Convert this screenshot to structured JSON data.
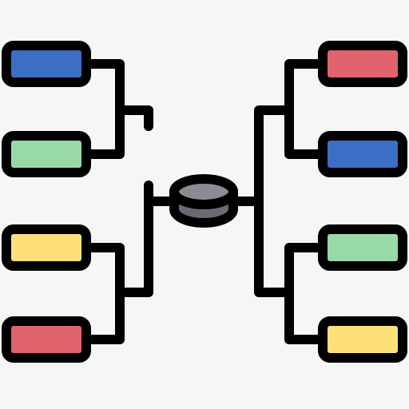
{
  "icon": {
    "name": "tournament-bracket-icon",
    "puck_name": "hockey-puck-icon"
  },
  "colors": {
    "background": "#f6f6f6",
    "outline": "#000000",
    "blue": "#3b6ec4",
    "green": "#98d9a8",
    "yellow": "#fde07a",
    "red": "#e0636e",
    "puck_top": "#8e8a92",
    "puck_side": "#6d6972"
  },
  "slots": [
    {
      "side": "left",
      "round": 1,
      "color": "blue"
    },
    {
      "side": "left",
      "round": 1,
      "color": "green"
    },
    {
      "side": "left",
      "round": 1,
      "color": "yellow"
    },
    {
      "side": "left",
      "round": 1,
      "color": "red"
    },
    {
      "side": "right",
      "round": 1,
      "color": "red"
    },
    {
      "side": "right",
      "round": 1,
      "color": "blue"
    },
    {
      "side": "right",
      "round": 1,
      "color": "green"
    },
    {
      "side": "right",
      "round": 1,
      "color": "yellow"
    }
  ]
}
